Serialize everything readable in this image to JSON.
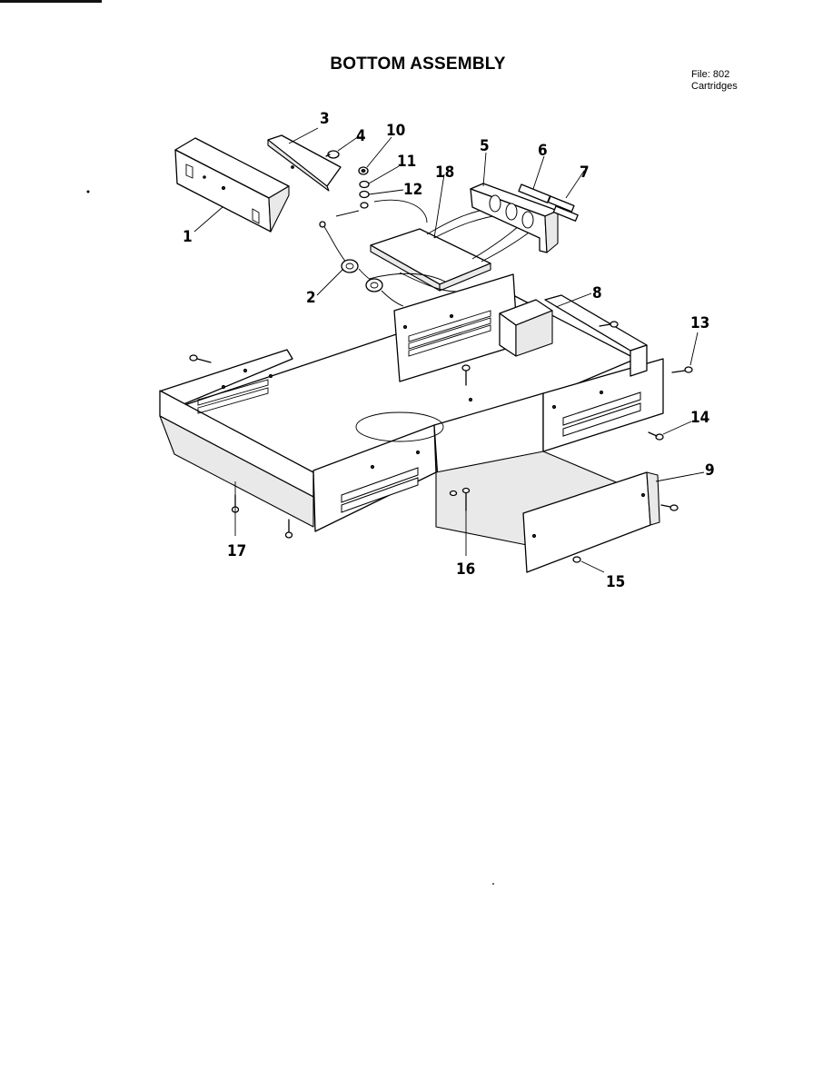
{
  "title": "BOTTOM ASSEMBLY",
  "file_note": {
    "line1": "File: 802",
    "line2": "Cartridges"
  },
  "callouts": [
    "1",
    "2",
    "3",
    "4",
    "5",
    "6",
    "7",
    "8",
    "9",
    "10",
    "11",
    "12",
    "13",
    "14",
    "15",
    "16",
    "17",
    "18"
  ]
}
